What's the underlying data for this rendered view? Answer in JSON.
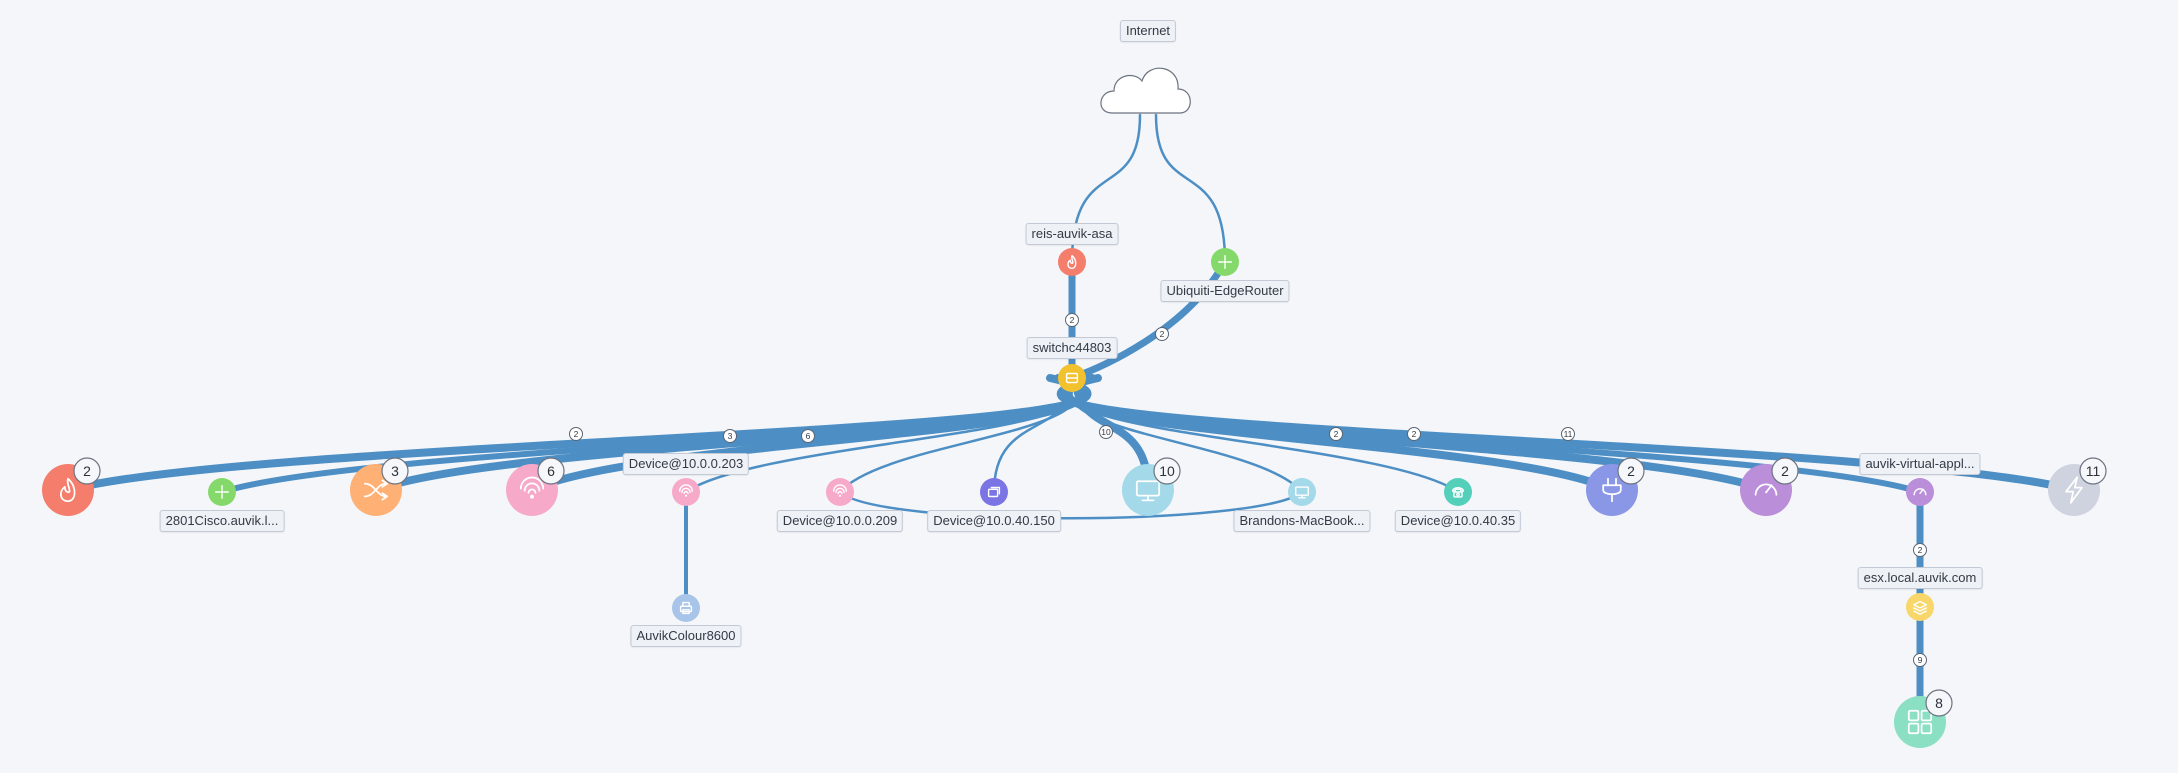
{
  "colors": {
    "link": "#4d8fc4",
    "firewall": "#f47d6c",
    "router": "#85d96a",
    "switch": "#f2c12e",
    "balancer": "#ffb074",
    "wifi": "#f7a9c9",
    "printer": "#a8c4e8",
    "wlan_ctrl": "#7b74e4",
    "workstation": "#a3d9e8",
    "phone": "#54cfba",
    "power": "#8a96e6",
    "appliance": "#ba8ed9",
    "unknown": "#cfd3df",
    "hypervisor": "#f8d66a",
    "vm": "#8be0c3"
  },
  "nodes": [
    {
      "id": "internet",
      "kind": "cloud",
      "label": "Internet",
      "icon": "cloud-icon"
    },
    {
      "id": "asa",
      "kind": "firewall",
      "label": "reis-auvik-asa",
      "icon": "flame-icon"
    },
    {
      "id": "edge",
      "kind": "router",
      "label": "Ubiquiti-EdgeRouter",
      "icon": "router-icon"
    },
    {
      "id": "sw",
      "kind": "switch",
      "label": "switchc44803",
      "icon": "switch-icon"
    },
    {
      "id": "fwg",
      "kind": "firewall",
      "count": "2",
      "icon": "flame-icon"
    },
    {
      "id": "cisco",
      "kind": "router",
      "label": "2801Cisco.auvik.l...",
      "icon": "router-icon"
    },
    {
      "id": "lbg",
      "kind": "balancer",
      "count": "3",
      "icon": "shuffle-icon"
    },
    {
      "id": "wifig",
      "kind": "wifi",
      "count": "6",
      "icon": "wifi-icon"
    },
    {
      "id": "d203",
      "kind": "wifi",
      "label": "Device@10.0.0.203",
      "icon": "wifi-icon"
    },
    {
      "id": "printer",
      "kind": "printer",
      "label": "AuvikColour8600",
      "icon": "printer-icon"
    },
    {
      "id": "d209",
      "kind": "wifi",
      "label": "Device@10.0.0.209",
      "icon": "wifi-icon"
    },
    {
      "id": "d150",
      "kind": "wlan_ctrl",
      "label": "Device@10.0.40.150",
      "icon": "controller-icon"
    },
    {
      "id": "ws",
      "kind": "workstation",
      "count": "10",
      "icon": "monitor-icon"
    },
    {
      "id": "mac",
      "kind": "workstation",
      "label": "Brandons-MacBook...",
      "icon": "monitor-icon"
    },
    {
      "id": "d35",
      "kind": "phone",
      "label": "Device@10.0.40.35",
      "icon": "phone-icon"
    },
    {
      "id": "pwr",
      "kind": "power",
      "count": "2",
      "icon": "plug-icon"
    },
    {
      "id": "app",
      "kind": "appliance",
      "count": "2",
      "icon": "gauge-icon"
    },
    {
      "id": "auvik",
      "kind": "appliance",
      "label": "auvik-virtual-appl...",
      "icon": "gauge-icon"
    },
    {
      "id": "unk",
      "kind": "unknown",
      "count": "11",
      "icon": "bolt-icon"
    },
    {
      "id": "esx",
      "kind": "hypervisor",
      "label": "esx.local.auvik.com",
      "icon": "layers-icon"
    },
    {
      "id": "vms",
      "kind": "vm",
      "count": "8",
      "icon": "grid-icon"
    }
  ],
  "links": [
    {
      "from": "internet",
      "to": "asa"
    },
    {
      "from": "internet",
      "to": "edge"
    },
    {
      "from": "asa",
      "to": "sw",
      "count": "2"
    },
    {
      "from": "edge",
      "to": "sw",
      "count": "2"
    },
    {
      "from": "sw",
      "to": "fwg",
      "count": "2"
    },
    {
      "from": "sw",
      "to": "cisco"
    },
    {
      "from": "sw",
      "to": "lbg",
      "count": "3"
    },
    {
      "from": "sw",
      "to": "wifig",
      "count": "6"
    },
    {
      "from": "sw",
      "to": "d203"
    },
    {
      "from": "sw",
      "to": "d209"
    },
    {
      "from": "sw",
      "to": "d150"
    },
    {
      "from": "sw",
      "to": "ws",
      "count": "10"
    },
    {
      "from": "sw",
      "to": "mac"
    },
    {
      "from": "sw",
      "to": "d35"
    },
    {
      "from": "sw",
      "to": "pwr",
      "count": "2"
    },
    {
      "from": "sw",
      "to": "app",
      "count": "2"
    },
    {
      "from": "sw",
      "to": "auvik"
    },
    {
      "from": "sw",
      "to": "unk",
      "count": "11"
    },
    {
      "from": "d209",
      "to": "mac"
    },
    {
      "from": "d203",
      "to": "printer"
    },
    {
      "from": "auvik",
      "to": "esx",
      "count": "2"
    },
    {
      "from": "esx",
      "to": "vms",
      "count": "9"
    }
  ]
}
